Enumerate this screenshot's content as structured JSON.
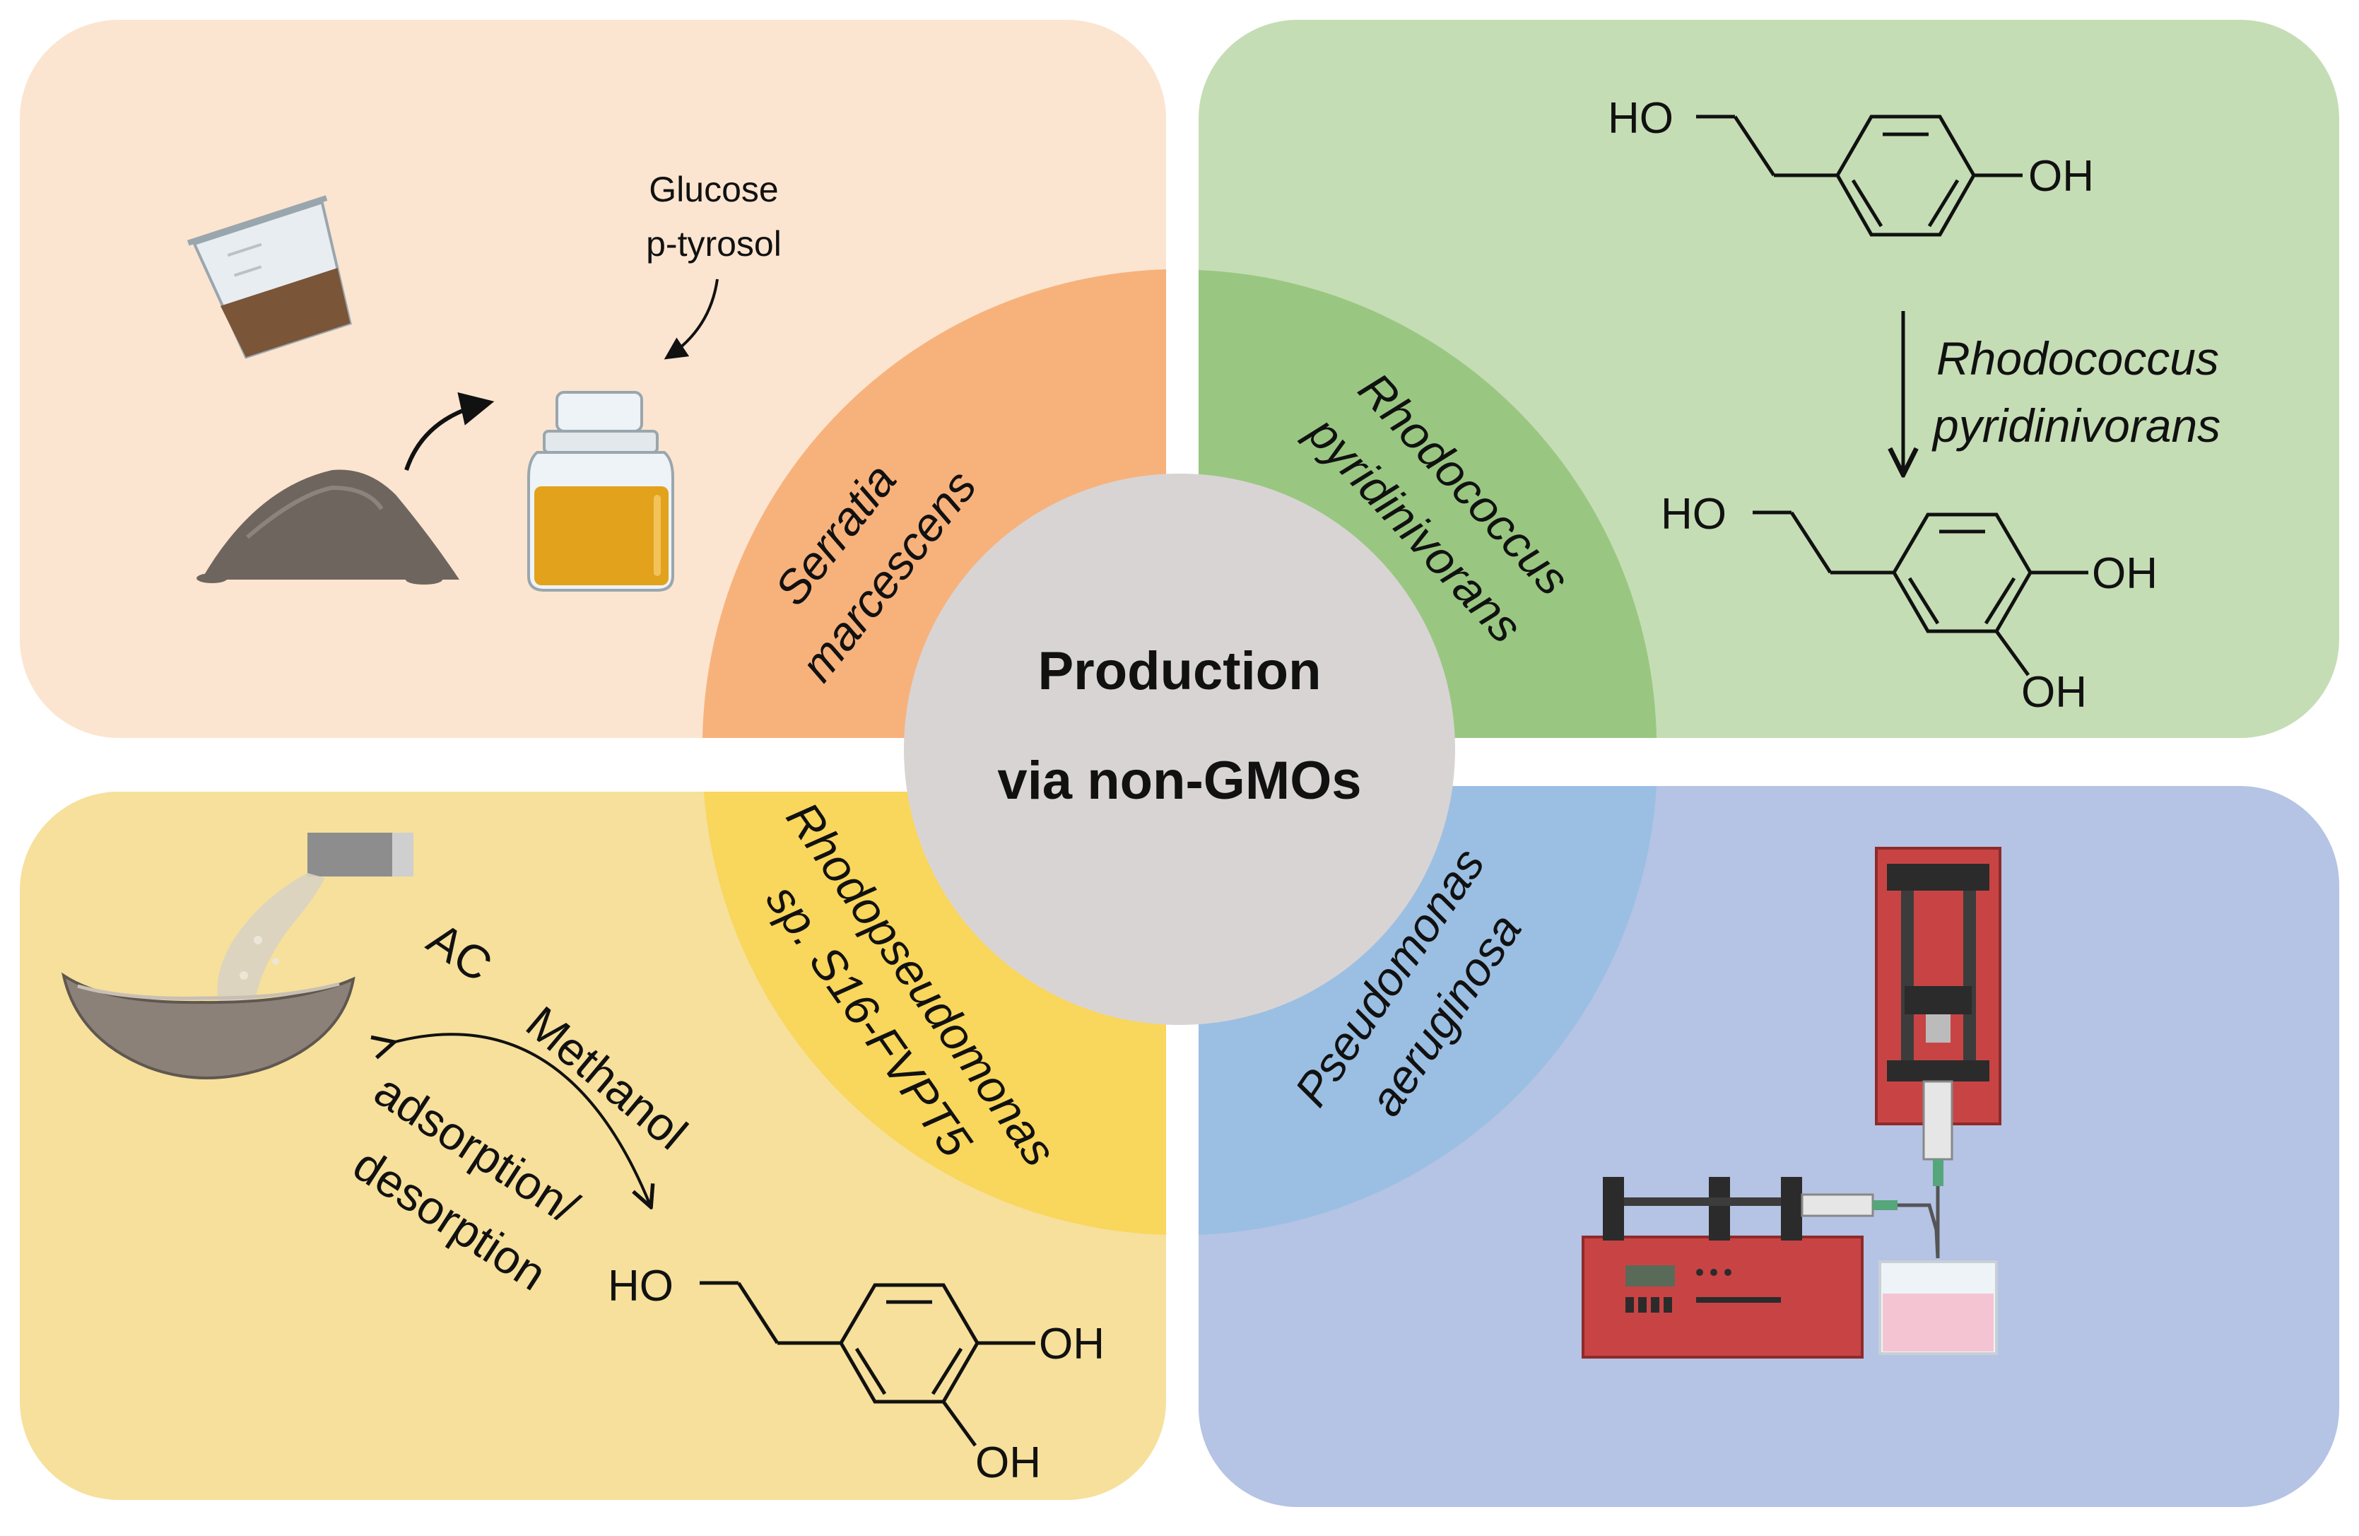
{
  "colors": {
    "quad_top_left": "#fbe5d0",
    "quad_top_right": "#c5ddb4",
    "quad_bottom_left": "#f6e09b",
    "quad_bottom_right": "#b5c3e4",
    "arc_top_left": "#f7b27c",
    "arc_top_right": "#99c781",
    "arc_bottom_left": "#f9d65c",
    "arc_bottom_right": "#9bbfe3",
    "center_circle": "#d9d4d4"
  },
  "center": {
    "line1": "Production",
    "line2": "via non-GMOs"
  },
  "organisms": {
    "top_left": {
      "line1": "Serratia",
      "line2": "marcescens"
    },
    "top_right": {
      "line1": "Rhodococcus",
      "line2": "pyridinivorans"
    },
    "bottom_left": {
      "line1": "Rhodopseudomonas",
      "line2": "sp. S16-FVPT5"
    },
    "bottom_right": {
      "line1": "Pseudomonas",
      "line2": "aeruginosa"
    }
  },
  "top_left_panel": {
    "feed_line1": "Glucose",
    "feed_line2": "p-tyrosol"
  },
  "top_right_panel": {
    "substrate_ho": "HO",
    "substrate_oh": "OH",
    "enzyme_line1": "Rhodococcus",
    "enzyme_line2": "pyridinivorans",
    "product_ho": "HO",
    "product_oh1": "OH",
    "product_oh2": "OH"
  },
  "bottom_left_panel": {
    "label_ac": "AC",
    "label_methanol": "Methanol",
    "label_adsorption": "adsorption/",
    "label_desorption": "desorption",
    "product_ho": "HO",
    "product_oh1": "OH",
    "product_oh2": "OH"
  },
  "icons": {
    "beaker": "beaker-icon",
    "soil": "soil-pile-icon",
    "bottle": "culture-bottle-icon",
    "pour": "pouring-pipe-icon",
    "bowl": "sediment-bowl-icon",
    "pump": "syringe-pump-icon",
    "collector": "collection-vial-icon"
  }
}
